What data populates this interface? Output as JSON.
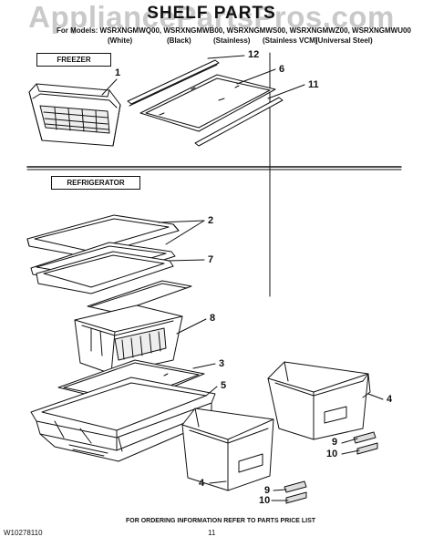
{
  "watermark": "AppliancePartsPros.com",
  "title": "SHELF PARTS",
  "models_line": "For Models: WSRXNGMWQ00, WSRXNGMWB00, WSRXNGMWS00, WSRXNGMWZ00, WSRXNGMWU00",
  "variants": [
    "(White)",
    "(Black)",
    "(Stainless)",
    "(Stainless VCM)",
    "(Universal Steel)"
  ],
  "sections": {
    "freezer": "FREEZER",
    "refrigerator": "REFRIGERATOR"
  },
  "callouts": [
    "12",
    "6",
    "11",
    "1",
    "2",
    "7",
    "8",
    "3",
    "5",
    "4",
    "9",
    "10",
    "4",
    "9",
    "10"
  ],
  "footer": {
    "doc_number": "W10278110",
    "ordering_info": "FOR ORDERING INFORMATION REFER TO PARTS PRICE LIST",
    "page_number": "11"
  }
}
